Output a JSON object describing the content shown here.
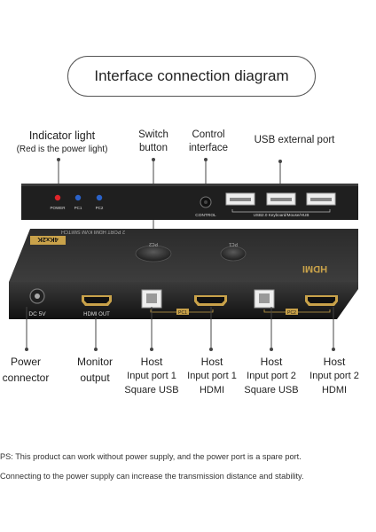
{
  "title": "Interface connection diagram",
  "top_labels": {
    "indicator": {
      "line1": "Indicator light",
      "line2": "(Red is the power light)"
    },
    "switch": {
      "line1": "Switch",
      "line2": "button"
    },
    "control": {
      "line1": "Control",
      "line2": "interface"
    },
    "usb_ext": {
      "line1": "USB external port"
    }
  },
  "device_back": {
    "led_labels": [
      "POWER",
      "PC1",
      "PC2"
    ],
    "control_label": "CONTROL",
    "usb_label": "USB2.0 Keyboard/Mouse/HUB",
    "led_colors": {
      "power": "#e0252a",
      "pc": "#2a62c9"
    }
  },
  "device_front": {
    "top_text": "2 PORT HDMI KVM SWITCH",
    "badge": "4Kx2K",
    "button_labels": [
      "PC2",
      "PC1"
    ],
    "logo": "HDMI",
    "dc_label": "DC 5V",
    "hdmi_out_label": "HDMI OUT",
    "pc1_tag": "PC1",
    "pc2_tag": "PC2",
    "accent": "#c9a24a"
  },
  "bottom_labels": {
    "power": {
      "line1": "Power",
      "line2": "connector"
    },
    "monitor": {
      "line1": "Monitor",
      "line2": "output"
    },
    "h1usb": {
      "line1": "Host",
      "line2": "Input port 1",
      "line3": "Square USB"
    },
    "h1hdmi": {
      "line1": "Host",
      "line2": "Input port 1",
      "line3": "HDMI"
    },
    "h2usb": {
      "line1": "Host",
      "line2": "Input port 2",
      "line3": "Square USB"
    },
    "h2hdmi": {
      "line1": "Host",
      "line2": "Input port 2",
      "line3": "HDMI"
    }
  },
  "notes": {
    "line1": "PS:  This product can work without power supply, and the power port is a spare port.",
    "line2": "Connecting to the power supply can increase the transmission distance and stability."
  }
}
